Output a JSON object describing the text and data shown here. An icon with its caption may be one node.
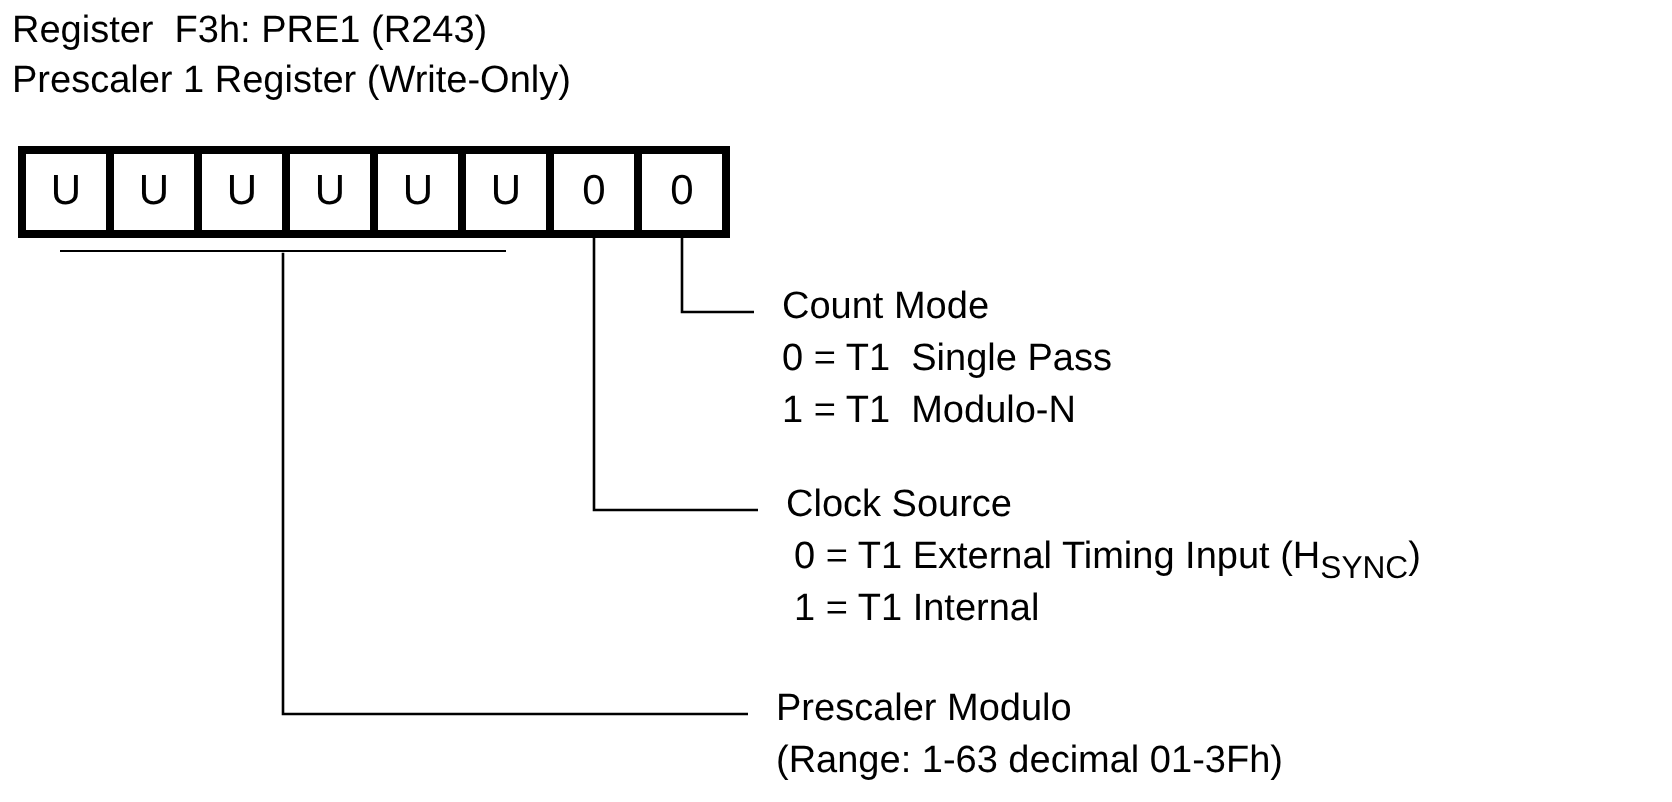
{
  "diagram": {
    "title": "Register  F3h: PRE1 (R243)",
    "nodes": [
      {
        "text": [
          "U"
        ]
      },
      {
        "text": [
          "U"
        ]
      },
      {
        "text": [
          "U"
        ]
      },
      {
        "text": [
          "U"
        ]
      },
      {
        "text": [
          "U"
        ]
      },
      {
        "text": [
          "U"
        ]
      },
      {
        "text": [
          "0"
        ]
      },
      {
        "text": [
          "0"
        ]
      },
      {
        "text": [],
        "shape": "bar"
      },
      {
        "text": [
          "Count Mode",
          "0 = T1  Single Pass",
          "1 = T1  Modulo-N"
        ]
      },
      {
        "text": [
          "Clock Source",
          "0 = T1 External Timing Input (H$_{SYNC}$)",
          "1 = T1 Internal"
        ]
      },
      {
        "text": [
          "Prescaler Modulo",
          "(Range: 1-63 decimal 01-3Fh)"
        ]
      }
    ],
    "edges": [
      {
        "from": 9,
        "to": 7,
        "arrow": "none"
      },
      {
        "from": 10,
        "to": 6,
        "arrow": "none"
      },
      {
        "from": 11,
        "to": 8,
        "arrow": "none"
      }
    ],
    "labels": [
      "Prescaler 1 Register (Write-Only)"
    ]
  }
}
